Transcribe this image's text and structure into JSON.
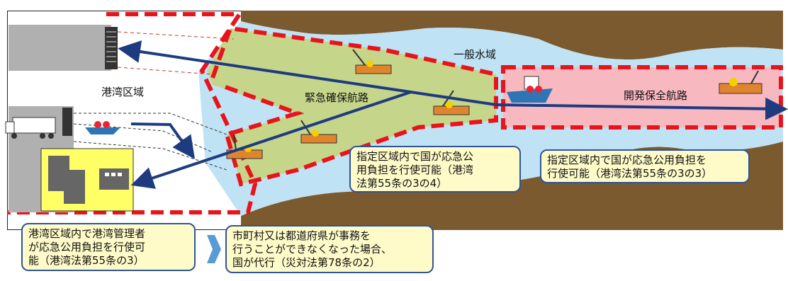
{
  "labels": {
    "port_area": "港湾区域",
    "general_water": "一般水域",
    "emergency_route": "緊急確保航路",
    "development_route": "開発保全航路"
  },
  "callouts": {
    "designated_emergency": [
      "指定区域内で国が応急公",
      "用負担を行使可能（港湾",
      "法第55条の3の4）"
    ],
    "designated_development": [
      "指定区域内で国が応急公用負担を",
      "行使可能（港湾法第55条の3の3）"
    ],
    "port_manager": [
      "港湾区域内で港湾管理者",
      "が応急公用負担を行使可",
      "能（港湾法第55条の3）"
    ],
    "national_substitute": [
      "市町村又は都道府県が事務を",
      "行うことができなくなった場合、",
      "国が代行（災対法第78条の2）"
    ]
  },
  "colors": {
    "water": "#bfe3f5",
    "land": "#7a5a2e",
    "emergency_zone_fill": "#c5d58a",
    "development_zone_fill": "#f7b8c0",
    "zone_border": "#e8141b",
    "arrow": "#1f3b80",
    "callout_fill": "#fffbc9",
    "callout_border": "#2f5597",
    "building": "#b0b0b0",
    "factory_bg": "#ffff66"
  },
  "icons": [
    "warehouse-icon",
    "truck-icon",
    "ship-icon",
    "crane-barge-icon",
    "factory-icon",
    "chevron-right-icon"
  ]
}
